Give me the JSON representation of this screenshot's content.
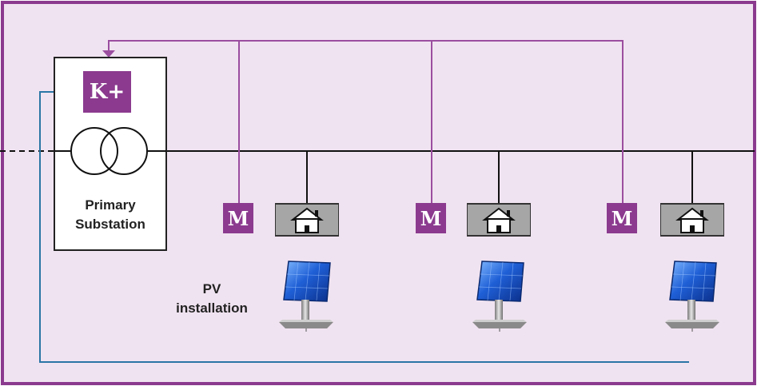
{
  "colors": {
    "background": "#f0e3f1",
    "frame": "#8b3a8f",
    "purple": "#8b3a8f",
    "control_line": "#9b4ea0",
    "comm_line": "#2a76a6",
    "power_line": "#111111",
    "house_box": "#a6a6a6"
  },
  "controller": {
    "label": "K+"
  },
  "substation": {
    "label_line1": "Primary",
    "label_line2": "Substation"
  },
  "meters": [
    {
      "label": "M"
    },
    {
      "label": "M"
    },
    {
      "label": "M"
    }
  ],
  "pv": {
    "label_line1": "PV",
    "label_line2": "installation"
  },
  "icons": {
    "transformer": "transformer-icon",
    "house": "house-icon",
    "solar_panel": "solar-panel-icon",
    "arrow": "arrow-down-icon"
  }
}
